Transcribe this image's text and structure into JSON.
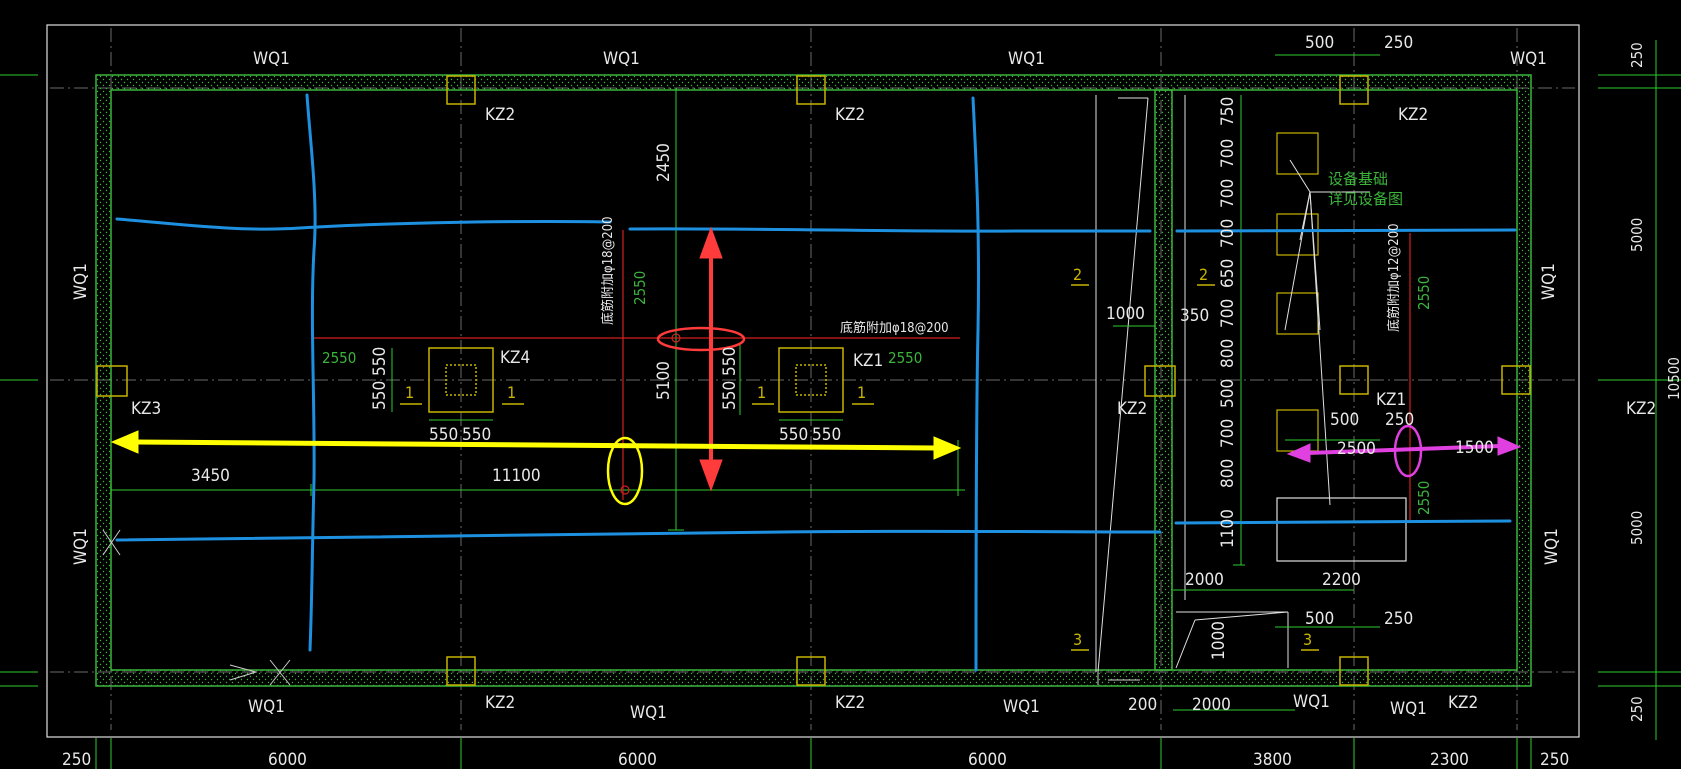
{
  "labels": {
    "wall": "WQ1",
    "kz1": "KZ1",
    "kz2": "KZ2",
    "kz3": "KZ3",
    "kz4": "KZ4",
    "rebar_left": "底筋附加φ18@200",
    "rebar_mid": "底筋附加φ18@200",
    "rebar_right": "底筋附加φ12@200",
    "equip_1": "设备基础",
    "equip_2": "详见设备图",
    "sec_2": "2",
    "sec_3": "3",
    "sec_1": "1"
  },
  "dims": {
    "bottom": [
      "250",
      "6000",
      "6000",
      "6000",
      "3800",
      "2300",
      "250"
    ],
    "right": [
      "250",
      "5000",
      "10500",
      "5000",
      "250"
    ],
    "top_right": [
      "500",
      "250"
    ],
    "mid_right": [
      "500",
      "250"
    ],
    "bottom_right": [
      "500",
      "250"
    ],
    "right_col": [
      "750",
      "700",
      "700",
      "700",
      "650",
      "700",
      "800",
      "500",
      "700",
      "800",
      "1100"
    ],
    "d2450": "2450",
    "d5100": "5100",
    "d550": "550",
    "d2550": "2550",
    "d3450": "3450",
    "d11100": "11100",
    "d1000": "1000",
    "d350": "350",
    "d2500": "2500",
    "d1500": "1500",
    "d2000": "2000",
    "d2200": "2200",
    "d200": "200"
  },
  "colors": {
    "background": "#000000",
    "wall_green": "#3bb53b",
    "column_yellow": "#c8b400",
    "strip_blue": "#1e90e0",
    "arrow_red": "#ff3b3b",
    "arrow_yellow": "#ffff00",
    "arrow_magenta": "#e040e0",
    "section_red": "#d02020"
  }
}
